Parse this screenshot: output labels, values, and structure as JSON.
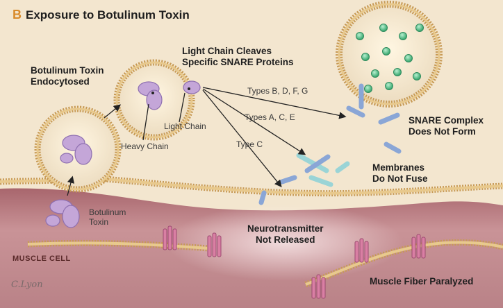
{
  "title": {
    "letter": "B",
    "text": "Exposure to Botulinum Toxin"
  },
  "labels": {
    "endocytosed": [
      "Botulinum Toxin",
      "Endocytosed"
    ],
    "light_chain_cleaves": [
      "Light Chain Cleaves",
      "Specific SNARE Proteins"
    ],
    "types_bdfg": "Types B, D, F, G",
    "types_ace": "Types A, C, E",
    "type_c": "Type C",
    "light_chain": "Light Chain",
    "heavy_chain": "Heavy Chain",
    "snare_complex": [
      "SNARE Complex",
      "Does Not Form"
    ],
    "membranes": [
      "Membranes",
      "Do Not Fuse"
    ],
    "botulinum_toxin": [
      "Botulinum",
      "Toxin"
    ],
    "neurotransmitter": [
      "Neurotransmitter",
      "Not Released"
    ],
    "muscle_cell": "MUSCLE CELL",
    "paralyzed": "Muscle Fiber Paralyzed"
  },
  "colors": {
    "terminal": "#f3e6cf",
    "membrane": "#d6b57c",
    "muscle": "#b97e82",
    "toxin": "#c4a6d8",
    "snare_blue": "#8aa6d6",
    "snare_teal": "#9ad4d6",
    "neurotransmitter": "#5dbf8c",
    "receptor": "#d97fa3"
  },
  "signature": "C.Lyon"
}
